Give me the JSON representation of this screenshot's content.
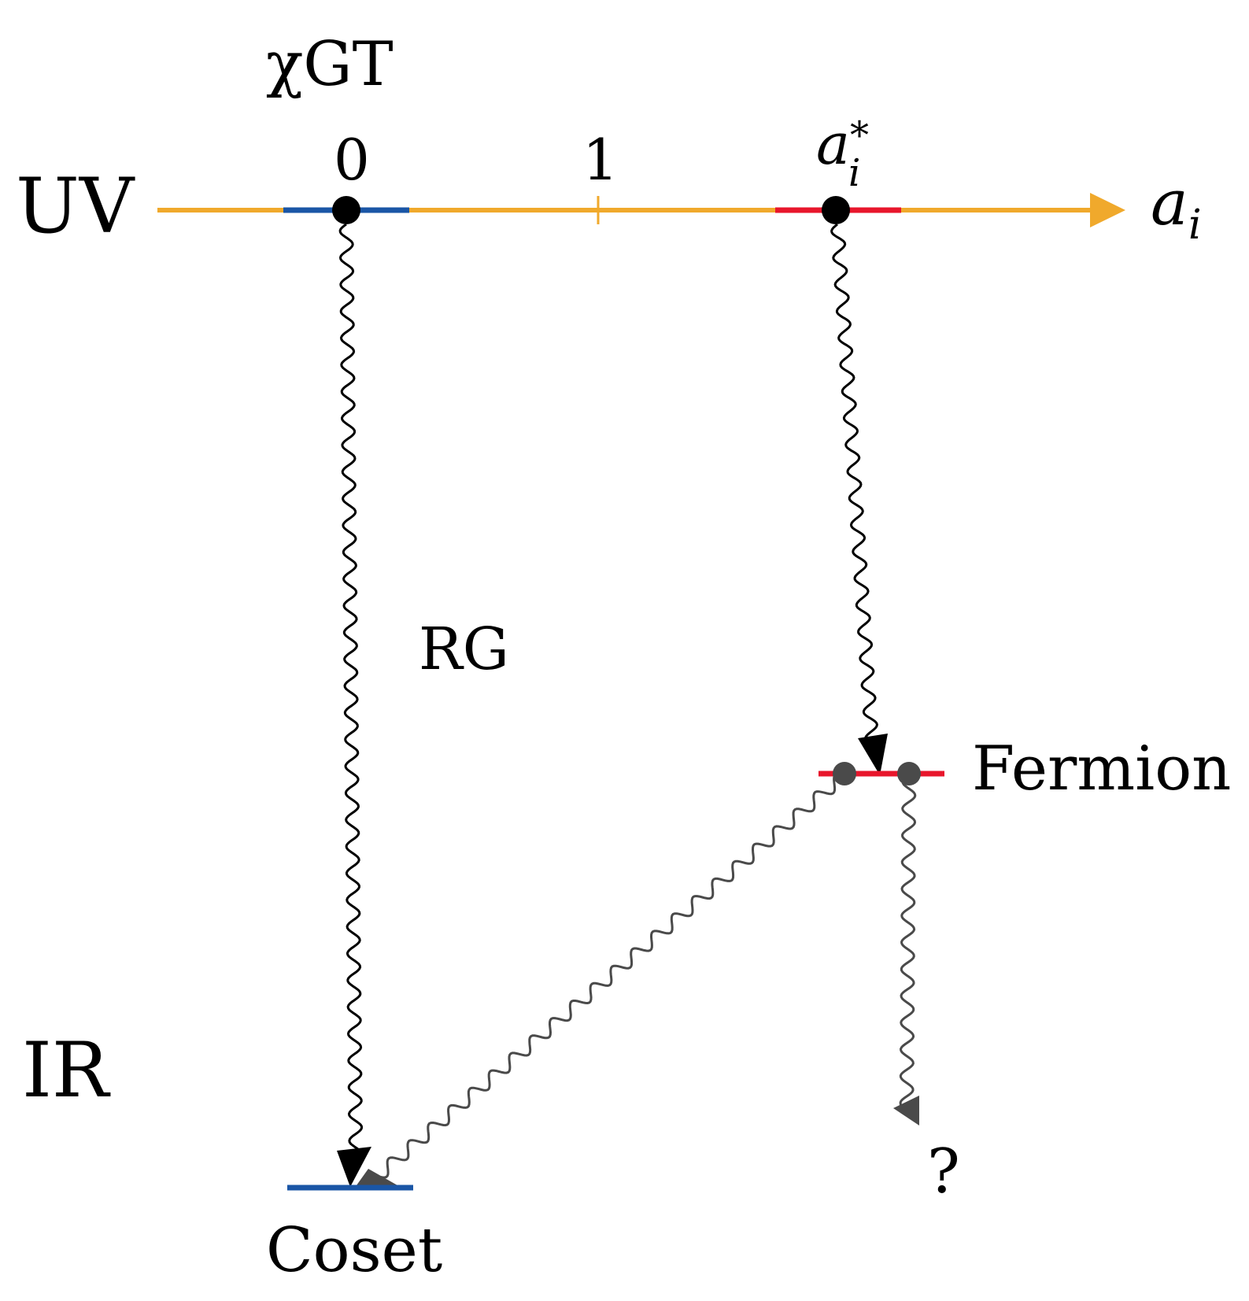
{
  "labels": {
    "uv": "UV",
    "ir": "IR",
    "chi_gt": "χGT",
    "rg": "RG",
    "fermion": "Fermion",
    "coset": "Coset",
    "question": "?"
  },
  "axis": {
    "label_base": "a",
    "label_sub": "i",
    "tick_zero": "0",
    "tick_one": "1",
    "tick_star_base": "a",
    "tick_star_sub": "i",
    "tick_star_sup": "*"
  },
  "colors": {
    "axis": "#F0A92C",
    "blue": "#1A56A6",
    "red": "#E8162C",
    "black": "#000000",
    "gray": "#4A4A4A"
  }
}
